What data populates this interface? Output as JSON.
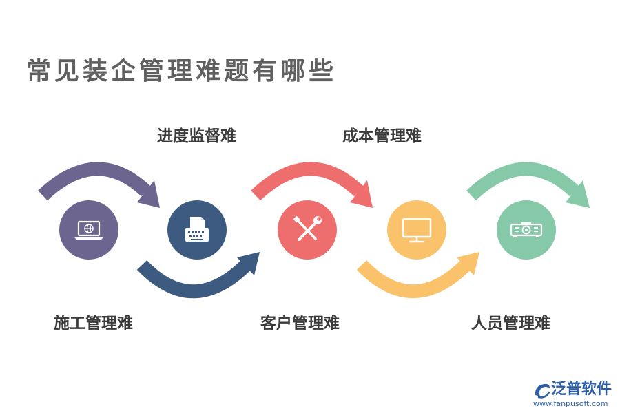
{
  "title": "常见装企管理难题有哪些",
  "steps": [
    {
      "label": "施工管理难",
      "icon": "laptop-globe-icon",
      "color": "#6b6590"
    },
    {
      "label": "进度监督难",
      "icon": "printer-icon",
      "color": "#3d5a80"
    },
    {
      "label": "客户管理难",
      "icon": "wrench-screwdriver-icon",
      "color": "#ee6e6e"
    },
    {
      "label": "成本管理难",
      "icon": "monitor-icon",
      "color": "#fbc26c"
    },
    {
      "label": "人员管理难",
      "icon": "projector-icon",
      "color": "#86c9a9"
    }
  ],
  "logo": {
    "name": "泛普软件",
    "url": "www.fanpusoft.com",
    "color": "#2d5fa6"
  }
}
